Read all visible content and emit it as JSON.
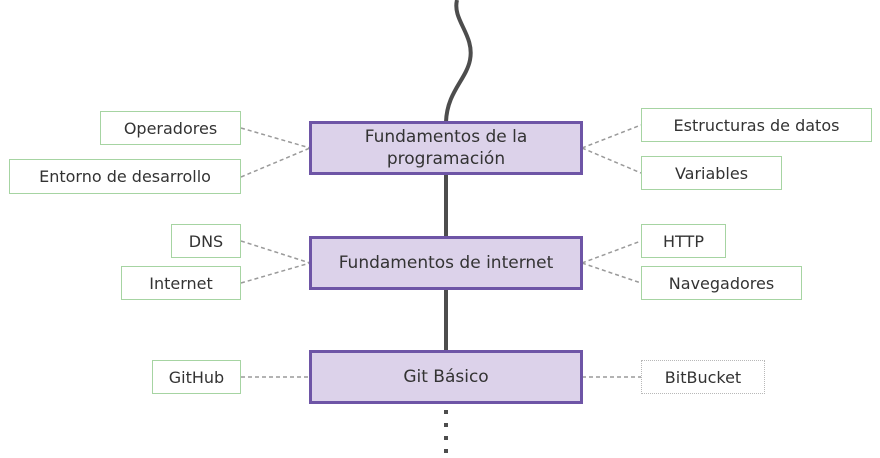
{
  "nodes": {
    "fundamentos_programacion": {
      "line1": "Fundamentos de la",
      "line2": "programación",
      "children_left": [
        "Operadores",
        "Entorno de desarrollo"
      ],
      "children_right": [
        "Estructuras de datos",
        "Variables"
      ]
    },
    "fundamentos_internet": {
      "label": "Fundamentos de internet",
      "children_left": [
        "DNS",
        "Internet"
      ],
      "children_right": [
        "HTTP",
        "Navegadores"
      ]
    },
    "git_basico": {
      "label": "Git Básico",
      "children_left": [
        "GitHub"
      ],
      "children_right": [
        "BitBucket"
      ]
    }
  },
  "colors": {
    "main_fill": "#dcd2ea",
    "main_border": "#6e55a6",
    "side_border": "#a6d4a2",
    "optional_border": "#b8b8b8",
    "spine": "#4d4d4d",
    "connector": "#9a9a9a",
    "text": "#333333"
  }
}
